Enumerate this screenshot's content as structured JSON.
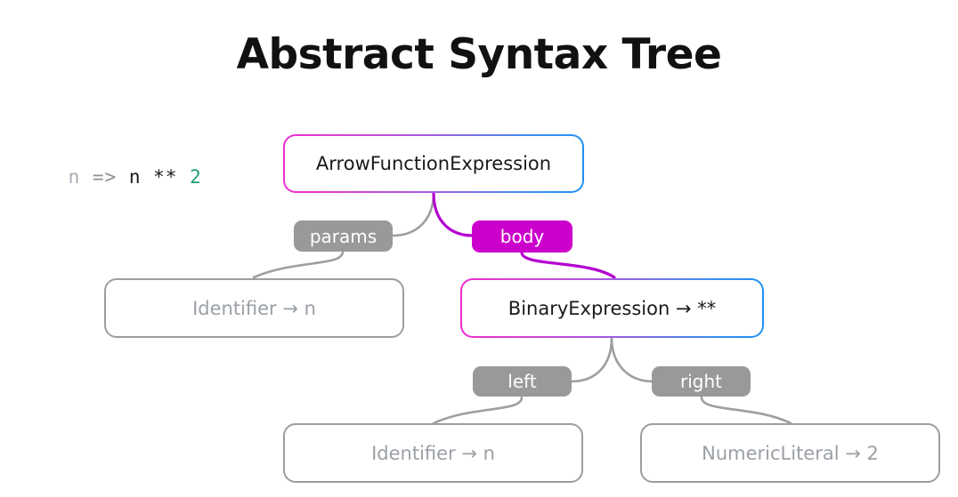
{
  "page": {
    "title": "Abstract Syntax Tree",
    "background": "#ffffff"
  },
  "code": {
    "full": "n => n ** 2",
    "tokens": [
      {
        "text": "n",
        "role": "parameter",
        "color": "#a6acb5"
      },
      {
        "text": "=>",
        "role": "arrow-operator",
        "color": "#8a9199"
      },
      {
        "text": "n",
        "role": "identifier",
        "color": "#1a1a1a"
      },
      {
        "text": "**",
        "role": "operator",
        "color": "#1a1a1a"
      },
      {
        "text": "2",
        "role": "numeric-literal",
        "color": "#1f9e6e"
      }
    ]
  },
  "colors": {
    "gradient_start": "#ef2bd0",
    "gradient_end": "#1e90f5",
    "accent_magenta": "#cc00cc",
    "edge_gray": "#9e9e9e",
    "edge_accent": "#b300d0",
    "muted_text": "#9ba0a6"
  },
  "tree": {
    "nodes": [
      {
        "id": "root",
        "label": "ArrowFunctionExpression",
        "style": "gradient"
      },
      {
        "id": "params",
        "label": "Identifier → n",
        "style": "muted"
      },
      {
        "id": "body",
        "label": "BinaryExpression → **",
        "style": "gradient"
      },
      {
        "id": "left",
        "label": "Identifier → n",
        "style": "muted"
      },
      {
        "id": "right",
        "label": "NumericLiteral → 2",
        "style": "muted"
      }
    ],
    "edges": [
      {
        "id": "params",
        "label": "params",
        "style": "gray"
      },
      {
        "id": "body",
        "label": "body",
        "style": "accent"
      },
      {
        "id": "left",
        "label": "left",
        "style": "gray"
      },
      {
        "id": "right",
        "label": "right",
        "style": "gray"
      }
    ]
  }
}
